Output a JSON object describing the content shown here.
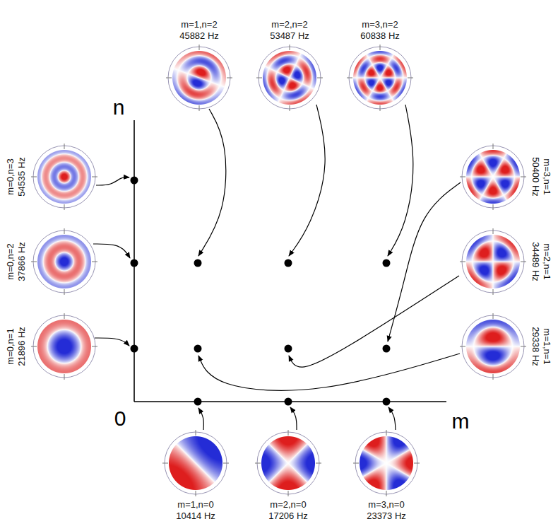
{
  "diagram": {
    "nodes": [
      {
        "text": [
          "m=1,n=2",
          "45882 Hz"
        ]
      },
      {
        "text": [
          "m=2,n=2",
          "53487 Hz"
        ]
      },
      {
        "text": [
          "m=3,n=2",
          "60838 Hz"
        ]
      },
      {
        "text": [
          "m=0,n=3",
          "54535 Hz"
        ]
      },
      {
        "text": [
          "m=3,n=1",
          "50400 Hz"
        ]
      },
      {
        "text": [
          "m=0,n=2",
          "37866 Hz"
        ]
      },
      {
        "text": [
          "m=2,n=1",
          "34489 Hz"
        ]
      },
      {
        "text": [
          "m=0,n=1",
          "21896 Hz"
        ]
      },
      {
        "text": [
          "m=1,n=1",
          "29338 Hz"
        ]
      },
      {
        "text": [
          "m=1,n=0",
          "10414 Hz"
        ]
      },
      {
        "text": [
          "m=2,n=0",
          "17206 Hz"
        ]
      },
      {
        "text": [
          "m=3,n=0",
          "23373 Hz"
        ]
      }
    ],
    "labels": [
      "n",
      "0",
      "m"
    ]
  }
}
